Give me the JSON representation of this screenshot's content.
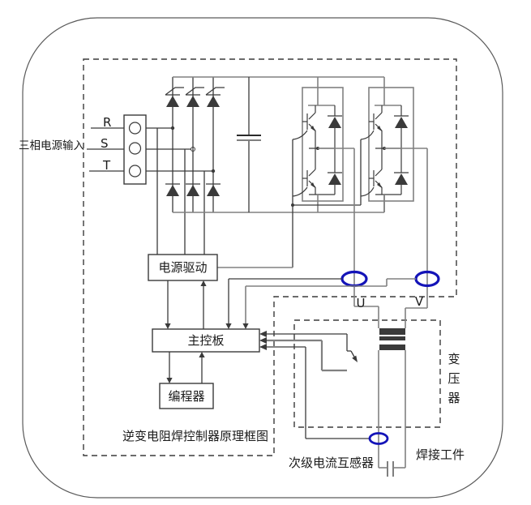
{
  "diagram": {
    "caption": "逆变电阻焊控制器原理框图",
    "labels": {
      "three_phase_input": "三相电源输入",
      "phase_r": "R",
      "phase_s": "S",
      "phase_t": "T",
      "terminal_u": "U",
      "terminal_v": "V",
      "secondary_ct": "次级电流互感器",
      "weld_workpiece": "焊接工件",
      "transformer_char_1": "变",
      "transformer_char_2": "压",
      "transformer_char_3": "器"
    },
    "blocks": {
      "power_drive": "电源驱动",
      "main_control_board": "主控板",
      "programmer": "编程器"
    },
    "colors": {
      "wire_dark": "#3a3a3a",
      "wire_gray": "#808080",
      "ct_blue": "#1414b8",
      "background": "#ffffff"
    }
  }
}
